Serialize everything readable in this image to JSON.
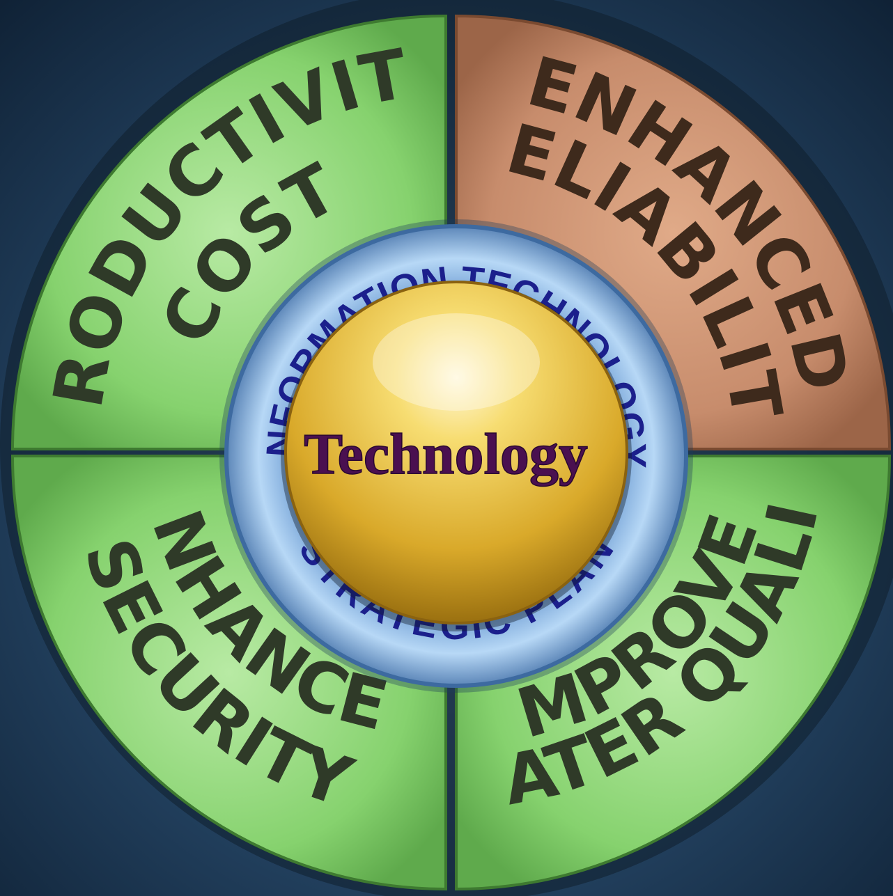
{
  "diagram": {
    "center_label": "Technology",
    "ring_top_label": "INFORMATION TECHNOLOGY",
    "ring_bottom_label": "STRATEGIC PLAN",
    "quadrants": [
      {
        "id": "top-left",
        "line1": "PRODUCTIVITY",
        "line2": "COST",
        "color": "#7fce6a"
      },
      {
        "id": "top-right",
        "line1": "ENHANCED",
        "line2": "RELIABILITY",
        "color": "#c48a6a"
      },
      {
        "id": "bottom-left",
        "line1": "ENHANCED",
        "line2": "SECURITY",
        "color": "#7fce6a"
      },
      {
        "id": "bottom-right",
        "line1": "IMPROVED",
        "line2": "WATER QUALITY",
        "color": "#7fce6a"
      }
    ],
    "colors": {
      "background": "#173452",
      "green": "#7fce6a",
      "copper": "#c48a6a",
      "quadrant_text": "#2f3a28",
      "copper_text": "#3e2a1c",
      "ring_fill": "#9fc8f0",
      "ring_text": "#1b1f8c",
      "core_fill": "#e8bf3a",
      "core_text": "#4a1050"
    }
  }
}
